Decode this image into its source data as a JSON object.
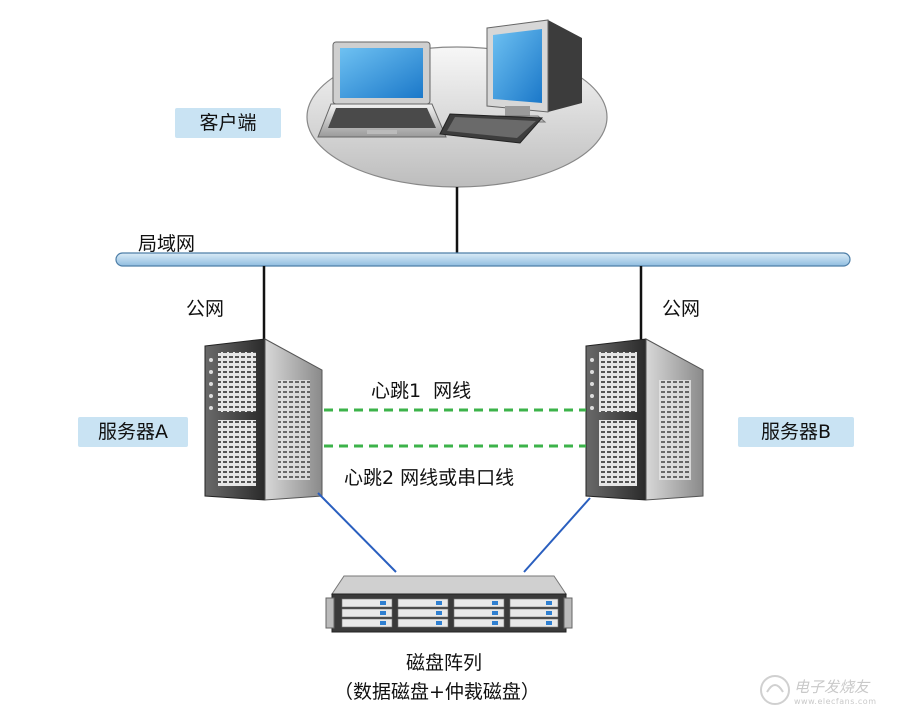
{
  "client": {
    "label": "客户端"
  },
  "lan": {
    "label": "局域网"
  },
  "server_a": {
    "label": "服务器A",
    "public_net_label": "公网"
  },
  "server_b": {
    "label": "服务器B",
    "public_net_label": "公网"
  },
  "heartbeats": [
    {
      "label": "心跳1  网线"
    },
    {
      "label": "心跳2 网线或串口线"
    }
  ],
  "storage": {
    "label_line1": "磁盘阵列",
    "label_line2": "（数据磁盘+仲裁磁盘）"
  },
  "watermark": {
    "text": "电子发烧友",
    "sub": "www.elecfans.com"
  },
  "colors": {
    "client_tag": "#c9e3f3",
    "heartbeat_line": "#3cb34a",
    "storage_link": "#2a5fbf",
    "lan_bus": "#a9cfe8"
  }
}
